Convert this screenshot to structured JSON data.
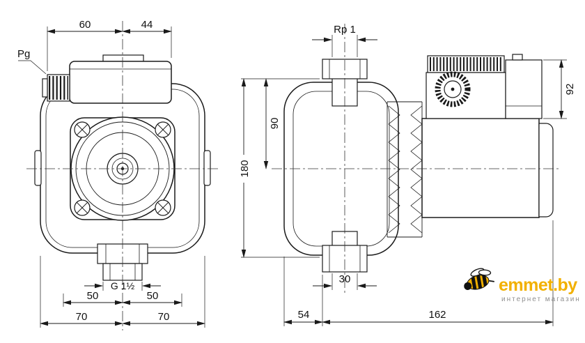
{
  "front_view": {
    "cable_gland_label": "Pg",
    "dim_top_left": "60",
    "dim_top_right": "44",
    "thread_label": "G 1½",
    "dim_inner_left": "50",
    "dim_inner_right": "50",
    "dim_outer_left": "70",
    "dim_outer_right": "70"
  },
  "side_view": {
    "thread_label": "Rp 1",
    "dim_port_to_center": "90",
    "dim_port_to_port": "180",
    "dim_terminal_box_height": "92",
    "dim_pipe_width": "30",
    "dim_front_offset": "54",
    "dim_length": "162"
  },
  "logo": {
    "brand": "emmet.by",
    "tagline": "интернет магазин",
    "brand_color": "#F2B000",
    "tagline_color": "#8F8F8F"
  }
}
